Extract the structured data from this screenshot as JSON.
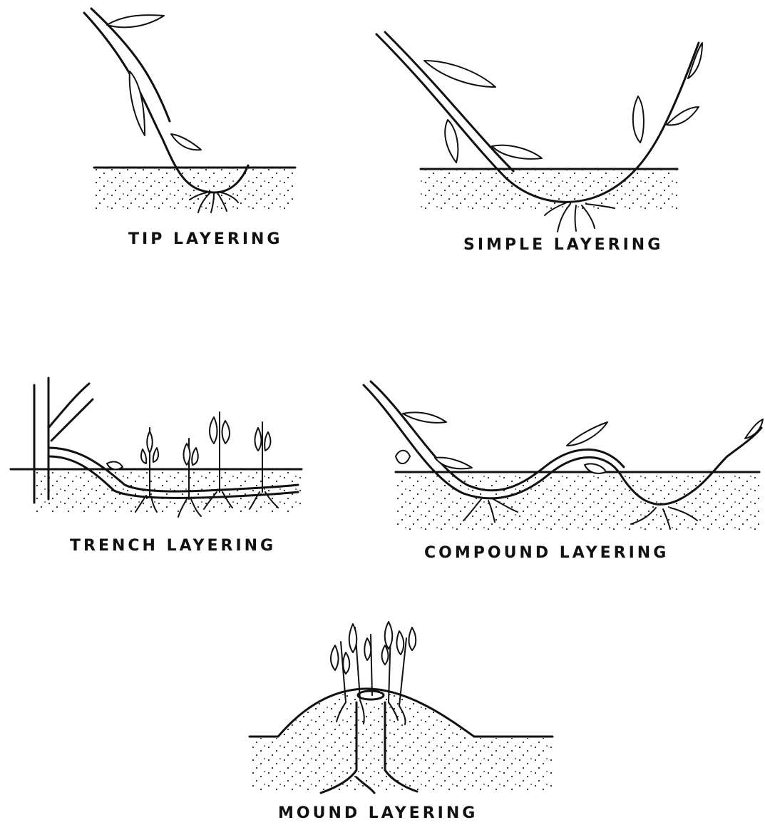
{
  "panels": {
    "tip": {
      "label": "TIP LAYERING"
    },
    "simple": {
      "label": "SIMPLE LAYERING"
    },
    "trench": {
      "label": "TRENCH LAYERING"
    },
    "compound": {
      "label": "COMPOUND LAYERING"
    },
    "mound": {
      "label": "MOUND LAYERING"
    }
  }
}
